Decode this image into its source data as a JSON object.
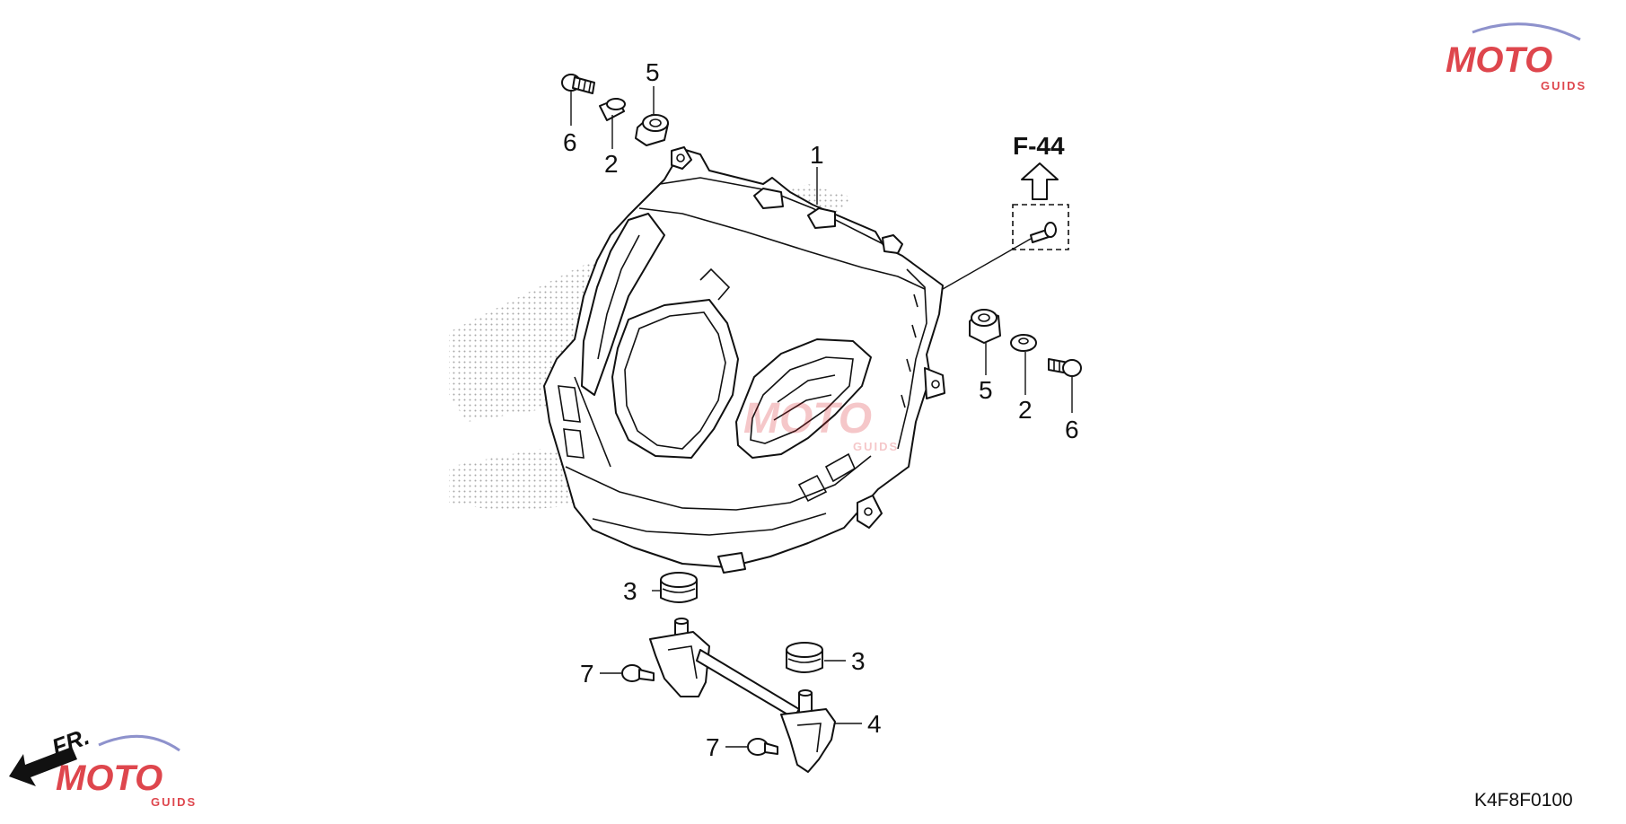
{
  "callouts": {
    "c1": "1",
    "c2_left": "2",
    "c2_right": "2",
    "c3_top": "3",
    "c3_right": "3",
    "c4": "4",
    "c5_left": "5",
    "c5_right": "5",
    "c6_left": "6",
    "c6_right": "6",
    "c7_top": "7",
    "c7_bottom": "7"
  },
  "reference": {
    "label": "F-44"
  },
  "direction": {
    "label": "FR."
  },
  "diagram_code": "K4F8F0100",
  "watermark": {
    "text": "MOTO",
    "subtext": "GUIDS",
    "color": "#d9262e"
  },
  "icons": [
    "up-arrow-icon",
    "front-direction-arrow-icon"
  ]
}
